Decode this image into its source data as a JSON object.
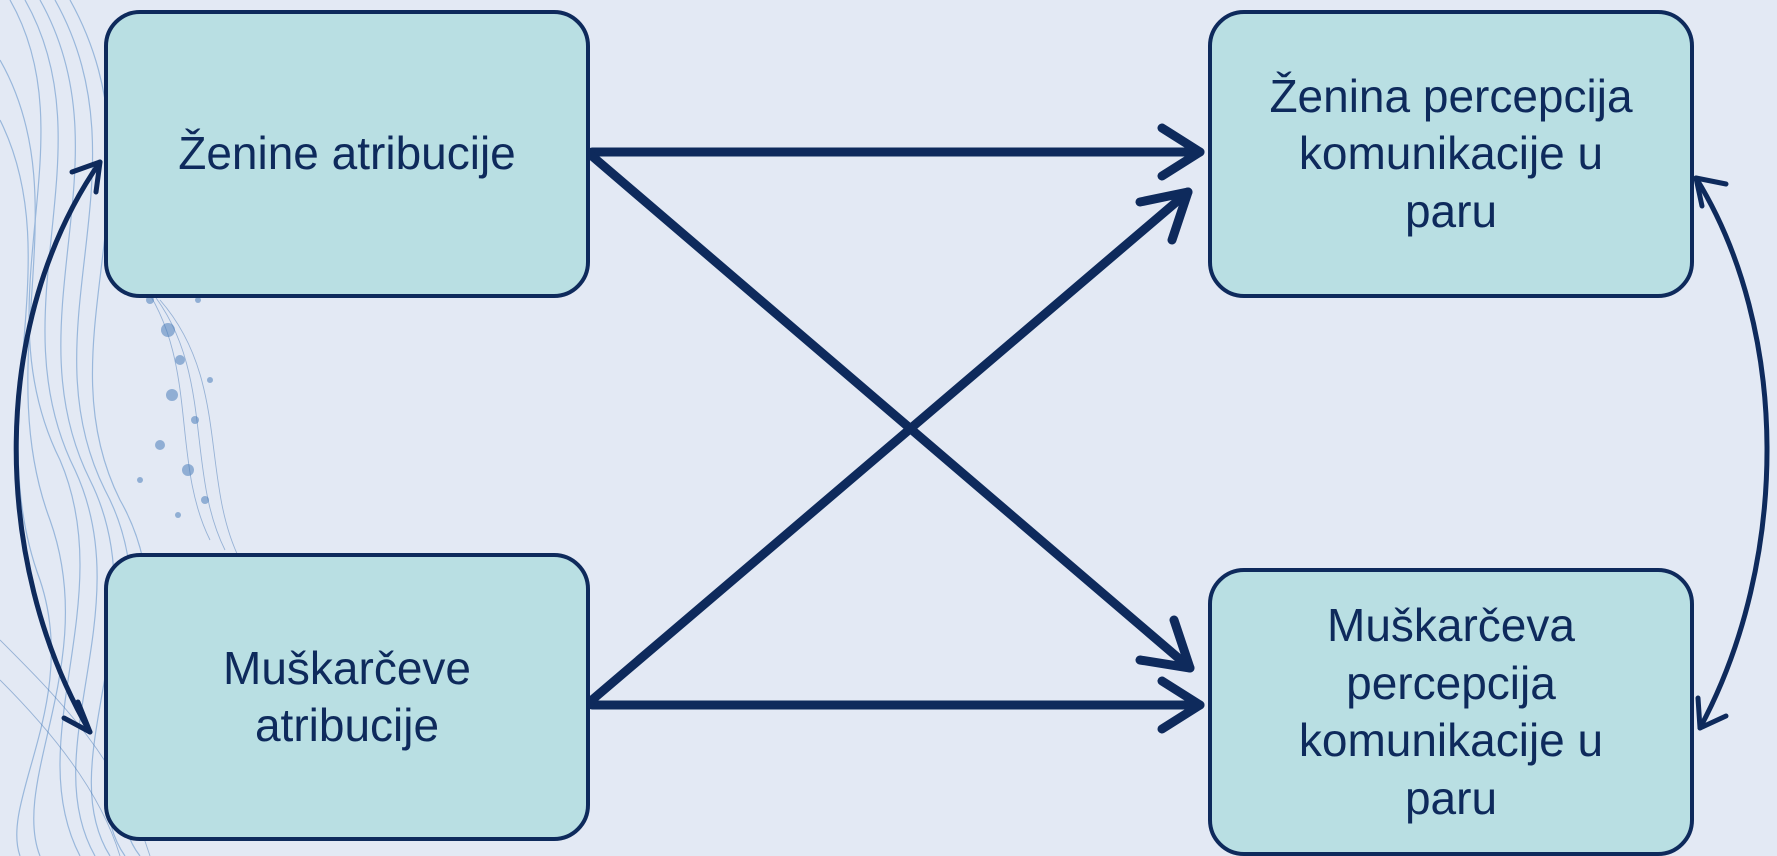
{
  "colors": {
    "background": "#e3e9f4",
    "box_fill": "#b9dfe3",
    "box_border": "#0e2a5c",
    "text": "#0e2a5c",
    "arrow": "#0e2a5c"
  },
  "nodes": {
    "wife_attributions": [
      "Ženine atribucije"
    ],
    "husband_attributions": [
      "Muškarčeve",
      "atribucije"
    ],
    "wife_perception": [
      "Ženina percepcija",
      "komunikacije u",
      "paru"
    ],
    "husband_perception": [
      "Muškarčeva",
      "percepcija",
      "komunikacije u",
      "paru"
    ]
  },
  "edges": [
    {
      "from": "wife_attributions",
      "to": "wife_perception",
      "kind": "directed"
    },
    {
      "from": "wife_attributions",
      "to": "husband_perception",
      "kind": "directed"
    },
    {
      "from": "husband_attributions",
      "to": "wife_perception",
      "kind": "directed"
    },
    {
      "from": "husband_attributions",
      "to": "husband_perception",
      "kind": "directed"
    },
    {
      "from": "wife_attributions",
      "to": "husband_attributions",
      "kind": "bidirectional-curve"
    },
    {
      "from": "wife_perception",
      "to": "husband_perception",
      "kind": "bidirectional-curve"
    }
  ]
}
